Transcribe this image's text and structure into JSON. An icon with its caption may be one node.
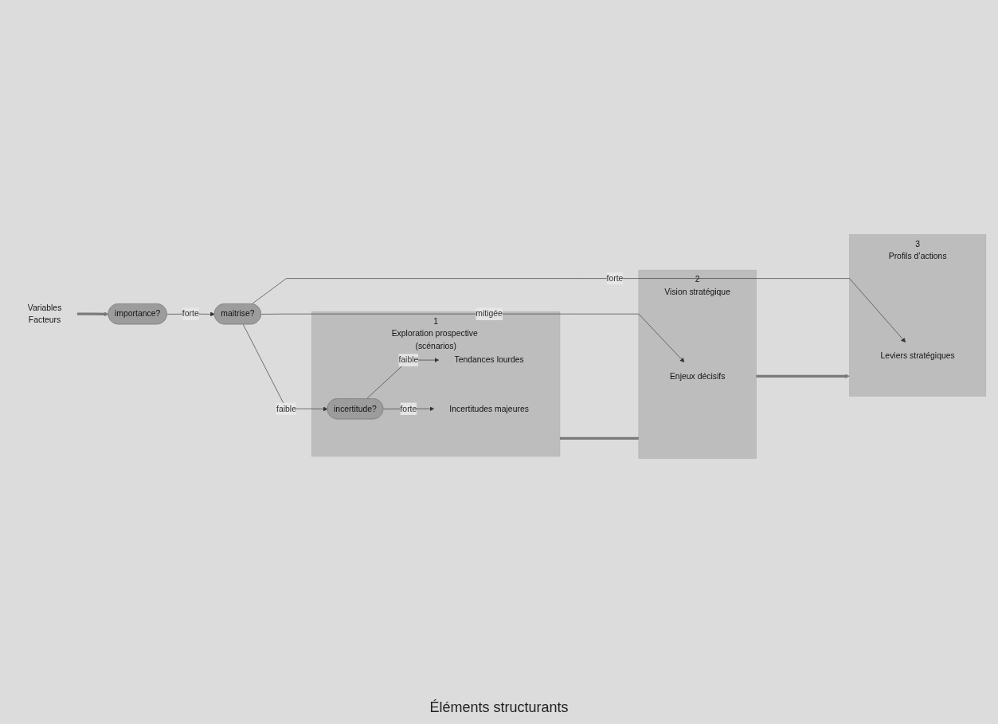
{
  "diagram": {
    "nodes": [
      {
        "text": [
          "Variables",
          "Facteurs"
        ]
      },
      {
        "text": [
          "importance?"
        ]
      },
      {
        "text": [
          "maitrise?"
        ]
      },
      {
        "text": [
          "1",
          "Exploration prospective (scénarios)"
        ]
      },
      {
        "text": [
          "incertitude?"
        ],
        "in": 3
      },
      {
        "text": [
          "Tendances lourdes"
        ],
        "in": 3
      },
      {
        "text": [
          "Incertitudes majeures"
        ],
        "in": 3
      },
      {
        "text": [
          "2",
          "Vision stratégique"
        ]
      },
      {
        "text": [
          "Enjeux décisifs"
        ],
        "in": 7
      },
      {
        "text": [
          "3",
          "Profils d’actions"
        ]
      },
      {
        "text": [
          "Leviers stratégiques"
        ],
        "in": 9
      }
    ],
    "edges": [
      {
        "from": 0,
        "to": 1,
        "arrow": "to",
        "style": "thick",
        "color": "#7a7a7a"
      },
      {
        "from": 1,
        "to": 2,
        "arrow": "to",
        "label": "forte"
      },
      {
        "from": 2,
        "to": 4,
        "arrow": "to",
        "label": "faible"
      },
      {
        "from": 2,
        "to": 8,
        "arrow": "to",
        "label": "mitigée"
      },
      {
        "from": 2,
        "to": 10,
        "arrow": "to",
        "label": "forte"
      },
      {
        "from": 4,
        "to": 5,
        "arrow": "to",
        "label": "faible"
      },
      {
        "from": 4,
        "to": 6,
        "arrow": "to",
        "label": "forte"
      },
      {
        "from": 3,
        "to": 7,
        "arrow": "none",
        "style": "thick",
        "color": "#7a7a7a"
      },
      {
        "from": 7,
        "to": 9,
        "arrow": "to",
        "style": "thick",
        "color": "#7a7a7a"
      }
    ],
    "labels": [
      "Éléments structurants"
    ]
  }
}
